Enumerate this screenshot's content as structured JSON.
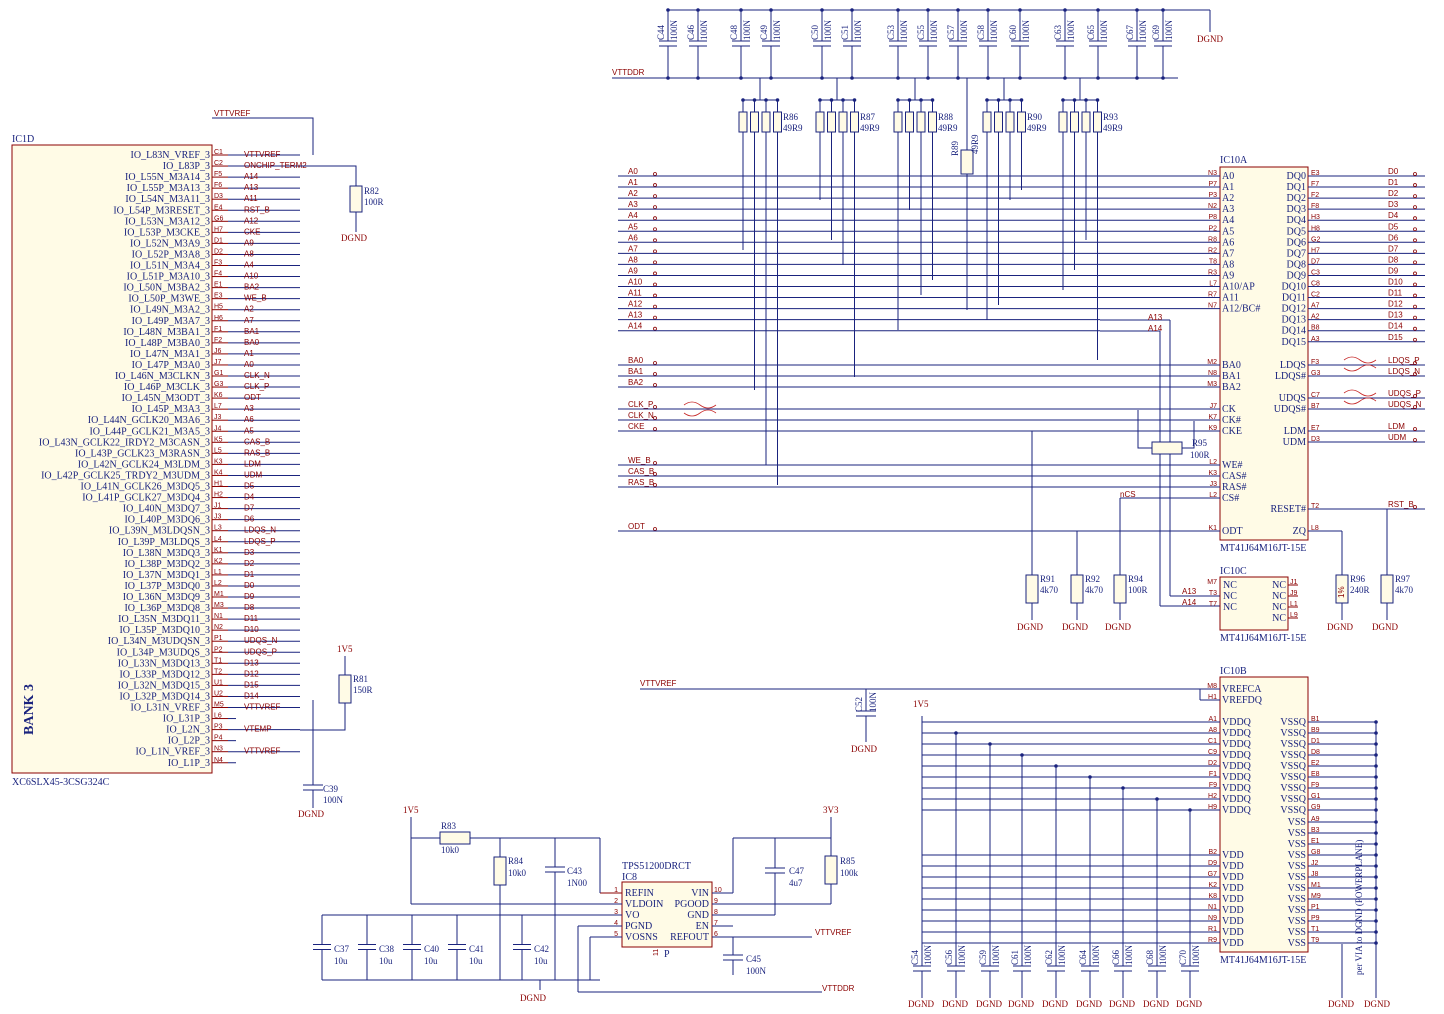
{
  "bank": {
    "ref": "IC1D",
    "part": "XC6SLX45-3CSG324C",
    "title": "BANK 3",
    "pins": [
      {
        "name": "IO_L83N_VREF_3",
        "num": "C1",
        "net": "VTTVREF"
      },
      {
        "name": "IO_L83P_3",
        "num": "C2",
        "net": "ONCHIP_TERM2"
      },
      {
        "name": "IO_L55N_M3A14_3",
        "num": "F5",
        "net": "A14"
      },
      {
        "name": "IO_L55P_M3A13_3",
        "num": "F6",
        "net": "A13"
      },
      {
        "name": "IO_L54N_M3A11_3",
        "num": "D3",
        "net": "A11"
      },
      {
        "name": "IO_L54P_M3RESET_3",
        "num": "E4",
        "net": "RST_B"
      },
      {
        "name": "IO_L53N_M3A12_3",
        "num": "G6",
        "net": "A12"
      },
      {
        "name": "IO_L53P_M3CKE_3",
        "num": "H7",
        "net": "CKE"
      },
      {
        "name": "IO_L52N_M3A9_3",
        "num": "D1",
        "net": "A9"
      },
      {
        "name": "IO_L52P_M3A8_3",
        "num": "D2",
        "net": "A8"
      },
      {
        "name": "IO_L51N_M3A4_3",
        "num": "F3",
        "net": "A4"
      },
      {
        "name": "IO_L51P_M3A10_3",
        "num": "F4",
        "net": "A10"
      },
      {
        "name": "IO_L50N_M3BA2_3",
        "num": "E1",
        "net": "BA2"
      },
      {
        "name": "IO_L50P_M3WE_3",
        "num": "E3",
        "net": "WE_B"
      },
      {
        "name": "IO_L49N_M3A2_3",
        "num": "H5",
        "net": "A2"
      },
      {
        "name": "IO_L49P_M3A7_3",
        "num": "H6",
        "net": "A7"
      },
      {
        "name": "IO_L48N_M3BA1_3",
        "num": "F1",
        "net": "BA1"
      },
      {
        "name": "IO_L48P_M3BA0_3",
        "num": "F2",
        "net": "BA0"
      },
      {
        "name": "IO_L47N_M3A1_3",
        "num": "J6",
        "net": "A1"
      },
      {
        "name": "IO_L47P_M3A0_3",
        "num": "J7",
        "net": "A0"
      },
      {
        "name": "IO_L46N_M3CLKN_3",
        "num": "G1",
        "net": "CLK_N"
      },
      {
        "name": "IO_L46P_M3CLK_3",
        "num": "G3",
        "net": "CLK_P"
      },
      {
        "name": "IO_L45N_M3ODT_3",
        "num": "K6",
        "net": "ODT"
      },
      {
        "name": "IO_L45P_M3A3_3",
        "num": "L7",
        "net": "A3"
      },
      {
        "name": "IO_L44N_GCLK20_M3A6_3",
        "num": "J3",
        "net": "A6"
      },
      {
        "name": "IO_L44P_GCLK21_M3A5_3",
        "num": "J4",
        "net": "A5"
      },
      {
        "name": "IO_L43N_GCLK22_IRDY2_M3CASN_3",
        "num": "K5",
        "net": "CAS_B"
      },
      {
        "name": "IO_L43P_GCLK23_M3RASN_3",
        "num": "L5",
        "net": "RAS_B"
      },
      {
        "name": "IO_L42N_GCLK24_M3LDM_3",
        "num": "K3",
        "net": "LDM"
      },
      {
        "name": "IO_L42P_GCLK25_TRDY2_M3UDM_3",
        "num": "K4",
        "net": "UDM"
      },
      {
        "name": "IO_L41N_GCLK26_M3DQ5_3",
        "num": "H1",
        "net": "D5"
      },
      {
        "name": "IO_L41P_GCLK27_M3DQ4_3",
        "num": "H2",
        "net": "D4"
      },
      {
        "name": "IO_L40N_M3DQ7_3",
        "num": "J1",
        "net": "D7"
      },
      {
        "name": "IO_L40P_M3DQ6_3",
        "num": "J3",
        "net": "D6"
      },
      {
        "name": "IO_L39N_M3LDQSN_3",
        "num": "L3",
        "net": "LDQS_N"
      },
      {
        "name": "IO_L39P_M3LDQS_3",
        "num": "L4",
        "net": "LDQS_P"
      },
      {
        "name": "IO_L38N_M3DQ3_3",
        "num": "K1",
        "net": "D3"
      },
      {
        "name": "IO_L38P_M3DQ2_3",
        "num": "K2",
        "net": "D2"
      },
      {
        "name": "IO_L37N_M3DQ1_3",
        "num": "L1",
        "net": "D1"
      },
      {
        "name": "IO_L37P_M3DQ0_3",
        "num": "L2",
        "net": "D0"
      },
      {
        "name": "IO_L36N_M3DQ9_3",
        "num": "M1",
        "net": "D9"
      },
      {
        "name": "IO_L36P_M3DQ8_3",
        "num": "M3",
        "net": "D8"
      },
      {
        "name": "IO_L35N_M3DQ11_3",
        "num": "N1",
        "net": "D11"
      },
      {
        "name": "IO_L35P_M3DQ10_3",
        "num": "N2",
        "net": "D10"
      },
      {
        "name": "IO_L34N_M3UDQSN_3",
        "num": "P1",
        "net": "UDQS_N"
      },
      {
        "name": "IO_L34P_M3UDQS_3",
        "num": "P2",
        "net": "UDQS_P"
      },
      {
        "name": "IO_L33N_M3DQ13_3",
        "num": "T1",
        "net": "D13"
      },
      {
        "name": "IO_L33P_M3DQ12_3",
        "num": "T2",
        "net": "D12"
      },
      {
        "name": "IO_L32N_M3DQ15_3",
        "num": "U1",
        "net": "D15"
      },
      {
        "name": "IO_L32P_M3DQ14_3",
        "num": "U2",
        "net": "D14"
      },
      {
        "name": "IO_L31N_VREF_3",
        "num": "M5",
        "net": "VTTVREF"
      },
      {
        "name": "IO_L31P_3",
        "num": "L6",
        "net": ""
      },
      {
        "name": "IO_L2N_3",
        "num": "P3",
        "net": "VTEMP"
      },
      {
        "name": "IO_L2P_3",
        "num": "P4",
        "net": ""
      },
      {
        "name": "IO_L1N_VREF_3",
        "num": "N3",
        "net": "VTTVREF"
      },
      {
        "name": "IO_L1P_3",
        "num": "N4",
        "net": ""
      }
    ]
  },
  "nets": {
    "vttvref": "VTTVREF",
    "vttddr": "VTTDDR",
    "dgnd": "DGND",
    "v1v5": "1V5",
    "v3v3": "3V3",
    "ncs": "nCS"
  },
  "caps_top": [
    {
      "ref": "C44",
      "val": "100N"
    },
    {
      "ref": "C46",
      "val": "100N"
    },
    {
      "ref": "C48",
      "val": "100N"
    },
    {
      "ref": "C49",
      "val": "100N"
    },
    {
      "ref": "C50",
      "val": "100N"
    },
    {
      "ref": "C51",
      "val": "100N"
    },
    {
      "ref": "C53",
      "val": "100N"
    },
    {
      "ref": "C55",
      "val": "100N"
    },
    {
      "ref": "C57",
      "val": "100N"
    },
    {
      "ref": "C58",
      "val": "100N"
    },
    {
      "ref": "C60",
      "val": "100N"
    },
    {
      "ref": "C63",
      "val": "100N"
    },
    {
      "ref": "C65",
      "val": "100N"
    },
    {
      "ref": "C67",
      "val": "100N"
    },
    {
      "ref": "C69",
      "val": "100N"
    }
  ],
  "rpacks": [
    {
      "ref": "R86",
      "val": "49R9"
    },
    {
      "ref": "R87",
      "val": "49R9"
    },
    {
      "ref": "R88",
      "val": "49R9"
    },
    {
      "ref": "R90",
      "val": "49R9"
    },
    {
      "ref": "R93",
      "val": "49R9"
    }
  ],
  "r89": {
    "ref": "R89",
    "val": "49R9"
  },
  "r82": {
    "ref": "R82",
    "val": "100R"
  },
  "r81": {
    "ref": "R81",
    "val": "150R"
  },
  "c39": {
    "ref": "C39",
    "val": "100N"
  },
  "ic10a": {
    "ref": "IC10A",
    "part": "MT41J64M16JT-15E",
    "left_nets": [
      "A0",
      "A1",
      "A2",
      "A3",
      "A4",
      "A5",
      "A6",
      "A7",
      "A8",
      "A9",
      "A10",
      "A11",
      "A12",
      "A13",
      "A14",
      "BA0",
      "BA1",
      "BA2",
      "CLK_P",
      "CLK_N",
      "CKE",
      "WE_B",
      "CAS_B",
      "RAS_B",
      "ODT"
    ],
    "left_pins": [
      {
        "num": "N3",
        "name": "A0"
      },
      {
        "num": "P7",
        "name": "A1"
      },
      {
        "num": "P3",
        "name": "A2"
      },
      {
        "num": "N2",
        "name": "A3"
      },
      {
        "num": "P8",
        "name": "A4"
      },
      {
        "num": "P2",
        "name": "A5"
      },
      {
        "num": "R8",
        "name": "A6"
      },
      {
        "num": "R2",
        "name": "A7"
      },
      {
        "num": "T8",
        "name": "A8"
      },
      {
        "num": "R3",
        "name": "A9"
      },
      {
        "num": "L7",
        "name": "A10/AP"
      },
      {
        "num": "R7",
        "name": "A11"
      },
      {
        "num": "N7",
        "name": "A12/BC#"
      },
      {
        "num": "M2",
        "name": "BA0"
      },
      {
        "num": "N8",
        "name": "BA1"
      },
      {
        "num": "M3",
        "name": "BA2"
      },
      {
        "num": "J7",
        "name": "CK"
      },
      {
        "num": "K7",
        "name": "CK#"
      },
      {
        "num": "K9",
        "name": "CKE"
      },
      {
        "num": "L2",
        "name": "WE#"
      },
      {
        "num": "K3",
        "name": "CAS#"
      },
      {
        "num": "J3",
        "name": "RAS#"
      },
      {
        "num": "L2",
        "name": "CS#"
      },
      {
        "num": "K1",
        "name": "ODT"
      }
    ],
    "right_pins": [
      {
        "num": "E3",
        "name": "DQ0",
        "net": "D0"
      },
      {
        "num": "F7",
        "name": "DQ1",
        "net": "D1"
      },
      {
        "num": "F2",
        "name": "DQ2",
        "net": "D2"
      },
      {
        "num": "F8",
        "name": "DQ3",
        "net": "D3"
      },
      {
        "num": "H3",
        "name": "DQ4",
        "net": "D4"
      },
      {
        "num": "H8",
        "name": "DQ5",
        "net": "D5"
      },
      {
        "num": "G2",
        "name": "DQ6",
        "net": "D6"
      },
      {
        "num": "H7",
        "name": "DQ7",
        "net": "D7"
      },
      {
        "num": "D7",
        "name": "DQ8",
        "net": "D8"
      },
      {
        "num": "C3",
        "name": "DQ9",
        "net": "D9"
      },
      {
        "num": "C8",
        "name": "DQ10",
        "net": "D10"
      },
      {
        "num": "C2",
        "name": "DQ11",
        "net": "D11"
      },
      {
        "num": "A7",
        "name": "DQ12",
        "net": "D12"
      },
      {
        "num": "A2",
        "name": "DQ13",
        "net": "D13"
      },
      {
        "num": "B8",
        "name": "DQ14",
        "net": "D14"
      },
      {
        "num": "A3",
        "name": "DQ15",
        "net": "D15"
      },
      {
        "num": "F3",
        "name": "LDQS",
        "net": "LDQS_P"
      },
      {
        "num": "G3",
        "name": "LDQS#",
        "net": "LDQS_N"
      },
      {
        "num": "C7",
        "name": "UDQS",
        "net": "UDQS_P"
      },
      {
        "num": "B7",
        "name": "UDQS#",
        "net": "UDQS_N"
      },
      {
        "num": "E7",
        "name": "LDM",
        "net": "LDM"
      },
      {
        "num": "D3",
        "name": "UDM",
        "net": "UDM"
      },
      {
        "num": "T2",
        "name": "RESET#",
        "net": "RST_B"
      },
      {
        "num": "L8",
        "name": "ZQ",
        "net": ""
      }
    ]
  },
  "r95": {
    "ref": "R95",
    "val": "100R"
  },
  "bottom_r": [
    {
      "ref": "R91",
      "val": "4k70"
    },
    {
      "ref": "R92",
      "val": "4k70"
    },
    {
      "ref": "R94",
      "val": "100R"
    },
    {
      "ref": "R96",
      "val": "240R",
      "note": "1%"
    },
    {
      "ref": "R97",
      "val": "4k70"
    }
  ],
  "ic10c": {
    "ref": "IC10C",
    "part": "MT41J64M16JT-15E",
    "left": [
      {
        "num": "M7",
        "name": "NC"
      },
      {
        "num": "T3",
        "name": "NC",
        "net": "A13"
      },
      {
        "num": "T7",
        "name": "NC",
        "net": "A14"
      }
    ],
    "right": [
      {
        "num": "J1",
        "name": "NC"
      },
      {
        "num": "J9",
        "name": "NC"
      },
      {
        "num": "L1",
        "name": "NC"
      },
      {
        "num": "L9",
        "name": "NC"
      }
    ]
  },
  "ic10b": {
    "ref": "IC10B",
    "part": "MT41J64M16JT-15E",
    "vref": [
      {
        "num": "M8",
        "name": "VREFCA"
      },
      {
        "num": "H1",
        "name": "VREFDQ"
      }
    ],
    "vddq": [
      {
        "num": "A1",
        "name": "VDDQ"
      },
      {
        "num": "A8",
        "name": "VDDQ"
      },
      {
        "num": "C1",
        "name": "VDDQ"
      },
      {
        "num": "C9",
        "name": "VDDQ"
      },
      {
        "num": "D2",
        "name": "VDDQ"
      },
      {
        "num": "F1",
        "name": "VDDQ"
      },
      {
        "num": "F9",
        "name": "VDDQ"
      },
      {
        "num": "H2",
        "name": "VDDQ"
      },
      {
        "num": "H9",
        "name": "VDDQ"
      }
    ],
    "vdd": [
      {
        "num": "B2",
        "name": "VDD"
      },
      {
        "num": "D9",
        "name": "VDD"
      },
      {
        "num": "G7",
        "name": "VDD"
      },
      {
        "num": "K2",
        "name": "VDD"
      },
      {
        "num": "K8",
        "name": "VDD"
      },
      {
        "num": "N1",
        "name": "VDD"
      },
      {
        "num": "N9",
        "name": "VDD"
      },
      {
        "num": "R1",
        "name": "VDD"
      },
      {
        "num": "R9",
        "name": "VDD"
      }
    ],
    "vssq": [
      {
        "num": "B1",
        "name": "VSSQ"
      },
      {
        "num": "B9",
        "name": "VSSQ"
      },
      {
        "num": "D1",
        "name": "VSSQ"
      },
      {
        "num": "D8",
        "name": "VSSQ"
      },
      {
        "num": "E2",
        "name": "VSSQ"
      },
      {
        "num": "E8",
        "name": "VSSQ"
      },
      {
        "num": "F9",
        "name": "VSSQ"
      },
      {
        "num": "G1",
        "name": "VSSQ"
      },
      {
        "num": "G9",
        "name": "VSSQ"
      }
    ],
    "vss": [
      {
        "num": "A9",
        "name": "VSS"
      },
      {
        "num": "B3",
        "name": "VSS"
      },
      {
        "num": "E1",
        "name": "VSS"
      },
      {
        "num": "G8",
        "name": "VSS"
      },
      {
        "num": "J2",
        "name": "VSS"
      },
      {
        "num": "J8",
        "name": "VSS"
      },
      {
        "num": "M1",
        "name": "VSS"
      },
      {
        "num": "M9",
        "name": "VSS"
      },
      {
        "num": "P1",
        "name": "VSS"
      },
      {
        "num": "P9",
        "name": "VSS"
      },
      {
        "num": "T1",
        "name": "VSS"
      },
      {
        "num": "T9",
        "name": "VSS"
      }
    ],
    "note": "per VIA to DGND (POWERPLANE)"
  },
  "c52": {
    "ref": "C52",
    "val": "100N"
  },
  "caps_bottom": [
    {
      "ref": "C54",
      "val": "100N"
    },
    {
      "ref": "C56",
      "val": "100N"
    },
    {
      "ref": "C59",
      "val": "100N"
    },
    {
      "ref": "C61",
      "val": "100N"
    },
    {
      "ref": "C62",
      "val": "100N"
    },
    {
      "ref": "C64",
      "val": "100N"
    },
    {
      "ref": "C66",
      "val": "100N"
    },
    {
      "ref": "C68",
      "val": "100N"
    },
    {
      "ref": "C70",
      "val": "100N"
    }
  ],
  "ic8": {
    "ref": "IC8",
    "part": "TPS51200DRCT",
    "left": [
      {
        "num": "1",
        "name": "REFIN"
      },
      {
        "num": "2",
        "name": "VLDOIN"
      },
      {
        "num": "3",
        "name": "VO"
      },
      {
        "num": "4",
        "name": "PGND"
      },
      {
        "num": "5",
        "name": "VOSNS"
      }
    ],
    "right": [
      {
        "num": "10",
        "name": "VIN"
      },
      {
        "num": "9",
        "name": "PGOOD"
      },
      {
        "num": "8",
        "name": "GND"
      },
      {
        "num": "7",
        "name": "EN"
      },
      {
        "num": "6",
        "name": "REFOUT"
      }
    ],
    "bottom": [
      {
        "num": "11",
        "name": "P"
      }
    ]
  },
  "reg_parts": [
    {
      "ref": "R83",
      "val": "10k0"
    },
    {
      "ref": "R84",
      "val": "10k0"
    },
    {
      "ref": "C43",
      "val": "1N00"
    },
    {
      "ref": "C47",
      "val": "4u7"
    },
    {
      "ref": "R85",
      "val": "100k"
    },
    {
      "ref": "C45",
      "val": "100N"
    },
    {
      "ref": "C37",
      "val": "10u"
    },
    {
      "ref": "C38",
      "val": "10u"
    },
    {
      "ref": "C40",
      "val": "10u"
    },
    {
      "ref": "C41",
      "val": "10u"
    },
    {
      "ref": "C42",
      "val": "10u"
    }
  ]
}
